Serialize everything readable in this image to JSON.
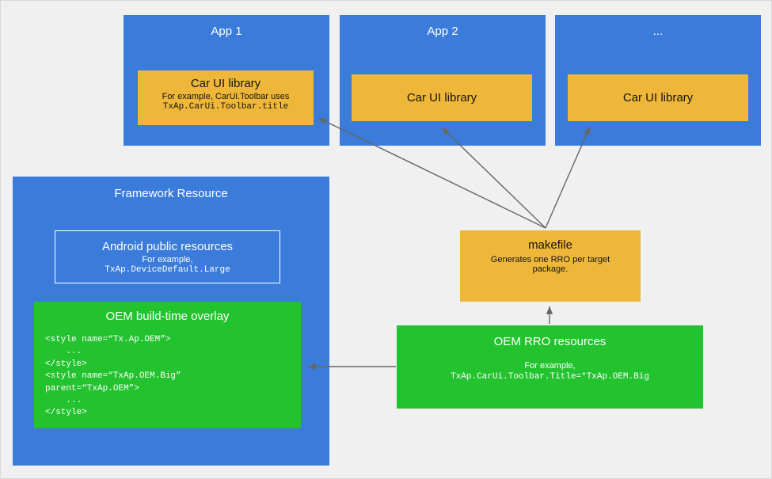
{
  "colors": {
    "background": "#f0f0f0",
    "blue": "#3b7cdb",
    "yellow": "#efb73a",
    "green": "#22c32e",
    "arrow": "#666666"
  },
  "apps": [
    {
      "title": "App 1",
      "library": {
        "title": "Car UI library",
        "line1": "For example, CarUi.Toolbar uses",
        "line2": "TxAp.CarUi.Toolbar.title"
      }
    },
    {
      "title": "App 2",
      "library": {
        "title": "Car UI library"
      }
    },
    {
      "title": "...",
      "library": {
        "title": "Car UI library"
      }
    }
  ],
  "framework": {
    "title": "Framework Resource",
    "public_resources": {
      "title": "Android public resources",
      "line1": "For example,",
      "line2": "TxAp.DeviceDefault.Large"
    },
    "overlay": {
      "title": "OEM build-time overlay",
      "code": "<style name=“Tx.Ap.OEM”>\n    ...\n</style>\n<style name=“TxAp.OEM.Big”\nparent=“TxAp.OEM”>\n    ...\n</style>"
    }
  },
  "makefile": {
    "title": "makefile",
    "description": "Generates one RRO per target package."
  },
  "rro": {
    "title": "OEM RRO resources",
    "line1": "For example,",
    "line2": "TxAp.CarUi.Toolbar.Title=*TxAp.OEM.Big"
  }
}
